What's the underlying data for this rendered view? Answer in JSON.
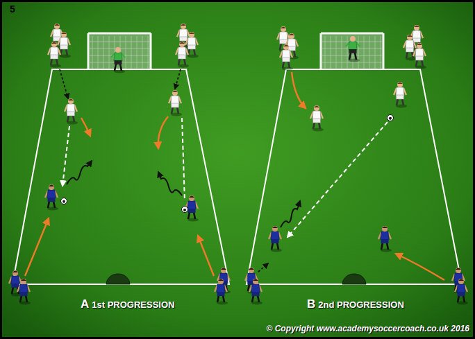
{
  "diagram": {
    "labels": [
      "5",
      "A",
      "1st PROGRESSION",
      "B",
      "2nd PROGRESSION",
      "© Copyright www.academysoccercoach.co.uk 2016"
    ]
  }
}
